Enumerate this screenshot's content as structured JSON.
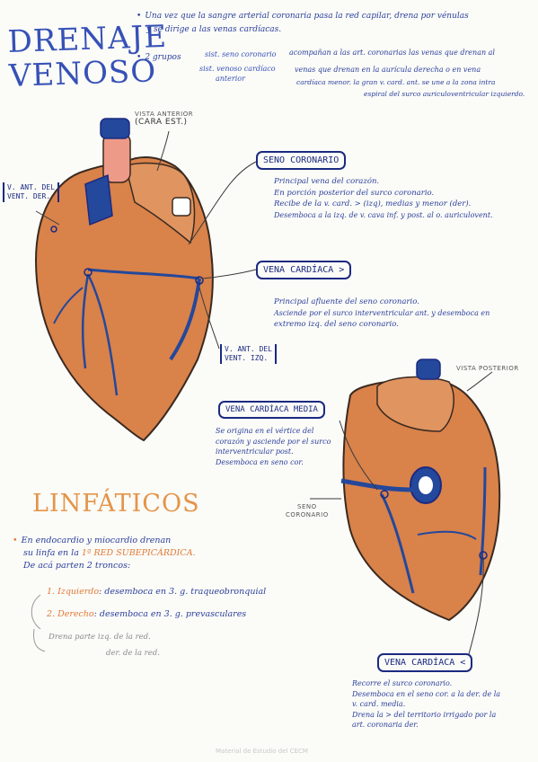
{
  "title": {
    "line1": "DRENAJE",
    "line2": "VENOSO"
  },
  "intro": {
    "line1": "Una vez que la sangre arterial coronaria pasa la red capilar, drena por vénulas",
    "line2": "y se dirige a las venas cardíacas.",
    "grupos": "2 grupos",
    "g1_label": "sist. seno coronario",
    "g1_desc": "acompañan a las art. coronarias las venas que drenan al",
    "g2_label": "sist. venoso cardíaco",
    "g2_sub": "anterior",
    "g2_desc1": "venas que drenan en la aurícula derecha o en vena",
    "g2_desc2": "cardíaca menor. la gran v. card. ant. se une a la zona intra",
    "g2_desc3": "espiral del surco auriculoventricular izquierdo."
  },
  "labels": {
    "vista_anterior1": "VISTA ANTERIOR",
    "vista_anterior2": "(CARA EST.)",
    "vista_posterior": "VISTA POSTERIOR",
    "seno_small1": "SENO",
    "seno_small2": "CORONARIO",
    "v_ant_der1": "V. ANT. DEL",
    "v_ant_der2": "VENT. DER.",
    "v_ant_izq1": "V. ANT. DEL",
    "v_ant_izq2": "VENT. IZQ."
  },
  "seno_coronario": {
    "box": "SENO CORONARIO",
    "l1": "Principal vena del corazón.",
    "l2": "En porción posterior del surco coronario.",
    "l3": "Recibe de la v. card. > (izq), medias y menor (der).",
    "l4": "Desemboca a la izq. de v. cava inf. y post. al o. auriculovent."
  },
  "vena_mayor": {
    "box": "VENA CARDÍACA >",
    "l1": "Principal afluente del seno coronario.",
    "l2": "Asciende por el surco interventricular ant. y desemboca en",
    "l3": "extremo izq. del seno coronario."
  },
  "vena_media": {
    "box": "VENA CARDÍACA MEDIA",
    "l1": "Se origina en el vértice del",
    "l2": "corazón y asciende por el surco",
    "l3": "interventricular post.",
    "l4": "Desemboca en seno cor."
  },
  "vena_menor": {
    "box": "VENA CARDÍACA <",
    "l1": "Recorre el surco coronario.",
    "l2": "Desemboca en el seno cor. a la der. de la",
    "l3": "v. card. media.",
    "l4": "Drena la > del territorio irrigado por la",
    "l5": "art. coronaria der."
  },
  "linfaticos": {
    "title": "LINFÁTICOS",
    "l1": "En endocardio y miocardio drenan",
    "l2a": "su linfa en la ",
    "l2b": "1ª RED SUBEPICÁRDICA.",
    "l3": "De acá parten 2 troncos:",
    "t1a": "1. Izquierdo",
    "t1b": ": desemboca en 3. g. traqueobronquial",
    "t2a": "2. Derecho",
    "t2b": ": desemboca en 3. g. prevasculares",
    "n1": "Drena parte izq. de la red.",
    "n2": "der. de la red."
  },
  "footer": {
    "watermark": "Material de Estudio del CECM"
  },
  "colors": {
    "vein_blue": "#24489b",
    "heart_orange": "#d9824a",
    "text_blue": "#2a3f9a",
    "lymph_orange": "#e07a35"
  }
}
